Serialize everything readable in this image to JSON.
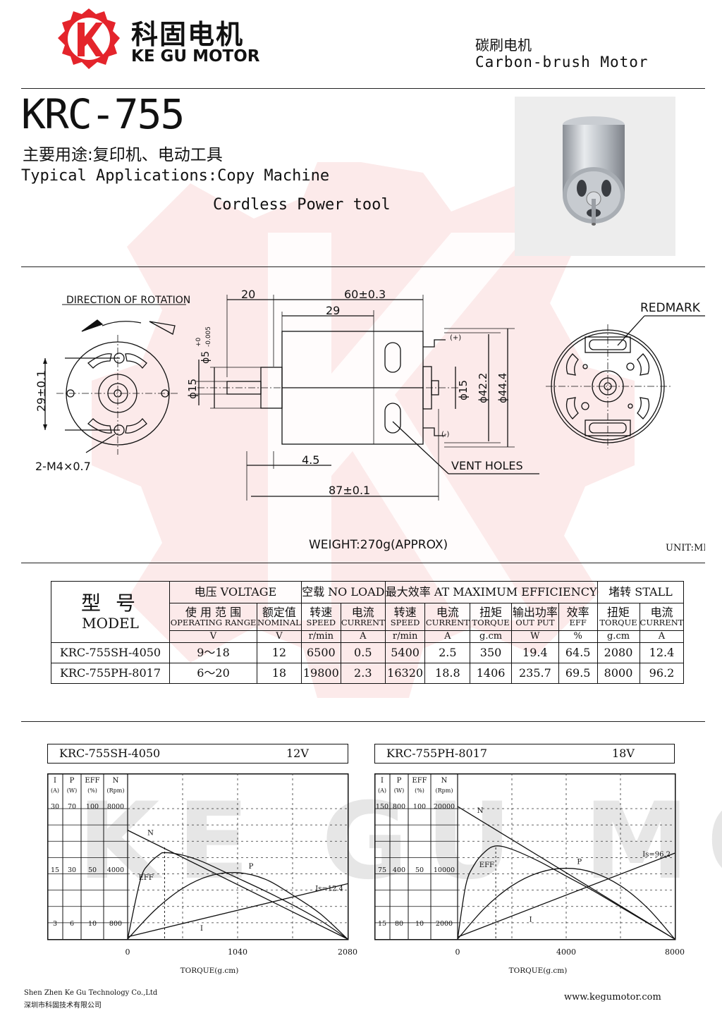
{
  "brand": {
    "name_cn": "科固电机",
    "name_en": "KE GU MOTOR",
    "colors": {
      "logo_red": "#e4242b",
      "watermark": "#f4c6c6",
      "ink": "#111111"
    }
  },
  "category": {
    "cn": "碳刷电机",
    "en": "Carbon-brush Motor"
  },
  "product": {
    "model": "KRC-755",
    "applications_cn": "主要用途:复印机、电动工具",
    "applications_en_1": "Typical Applications:Copy Machine",
    "applications_en_2": "Cordless Power tool"
  },
  "drawing": {
    "direction": "DIRECTION OF ROTATION",
    "mount_holes": "2-M4×0.7",
    "dim_29_left": "29±0.1",
    "dim_20": "20",
    "dim_60": "60±0.3",
    "dim_29_top": "29",
    "dim_shaft": "ϕ5",
    "dim_shaft_tol_top": "+0",
    "dim_shaft_tol_bot": "-0.005",
    "dim_boss": "ϕ15",
    "dim_boss_right": "ϕ15",
    "dim_d42": "ϕ42.2",
    "dim_d44": "ϕ44.4",
    "dim_45": "4.5",
    "dim_87": "87±0.1",
    "terminal_plus": "(+)",
    "terminal_minus": "(-)",
    "vent_holes": "VENT HOLES",
    "redmark": "REDMARK",
    "weight": "WEIGHT:270g(APPROX)",
    "unit": "UNIT:MM"
  },
  "spec_table": {
    "model_cn": "型 号",
    "model_en": "MODEL",
    "voltage_group": "电压 VOLTAGE",
    "noload_group": "空载 NO LOAD",
    "maxeff_group": "最大效率 AT MAXIMUM EFFICIENCY",
    "stall_group": "堵转 STALL",
    "cols_cn": [
      "使 用 范 围",
      "额定值",
      "转速",
      "电流",
      "转速",
      "电流",
      "扭矩",
      "输出功率",
      "效率",
      "扭矩",
      "电流"
    ],
    "cols_en": [
      "OPERATING RANGE",
      "NOMINAL",
      "SPEED",
      "CURRENT",
      "SPEED",
      "CURRENT",
      "TORQUE",
      "OUT PUT",
      "EFF",
      "TORQUE",
      "CURRENT"
    ],
    "units": [
      "V",
      "V",
      "r/min",
      "A",
      "r/min",
      "A",
      "g.cm",
      "W",
      "%",
      "g.cm",
      "A"
    ],
    "rows": [
      [
        "KRC-755SH-4050",
        "9～18",
        "12",
        "6500",
        "0.5",
        "5400",
        "2.5",
        "350",
        "19.4",
        "64.5",
        "2080",
        "12.4"
      ],
      [
        "KRC-755PH-8017",
        "6～20",
        "18",
        "19800",
        "2.3",
        "16320",
        "18.8",
        "1406",
        "235.7",
        "69.5",
        "8000",
        "96.2"
      ]
    ]
  },
  "chart_data": [
    {
      "type": "line",
      "title": "KRC-755SH-4050",
      "voltage": "12V",
      "xlabel": "TORQUE(g.cm)",
      "x_ticks": [
        "0",
        "1040",
        "2080"
      ],
      "xlim": [
        0,
        2080
      ],
      "axis_headers": [
        [
          "I",
          "(A)"
        ],
        [
          "P",
          "(W)"
        ],
        [
          "EFF",
          "(%)"
        ],
        [
          "N",
          "(Rpm)"
        ]
      ],
      "axis_top": [
        "30",
        "70",
        "100",
        "8000"
      ],
      "axis_mid": [
        "15",
        "30",
        "50",
        "4000"
      ],
      "axis_low": [
        "3",
        "6",
        "10",
        "800"
      ],
      "stall_label": "Is=12.4",
      "curve_labels": {
        "N": "N",
        "EFF": "EFF",
        "P": "P",
        "I": "I"
      },
      "max_eff_torque": 350,
      "series": [
        {
          "name": "N",
          "x": [
            0,
            2080
          ],
          "y": [
            6500,
            0
          ],
          "scale": 8000
        },
        {
          "name": "I",
          "x": [
            0,
            2080
          ],
          "y": [
            0.5,
            12.4
          ],
          "scale": 30
        },
        {
          "name": "P",
          "x": [
            0,
            260,
            520,
            780,
            1040,
            1300,
            1560,
            1820,
            2080
          ],
          "y": [
            0,
            15.2,
            26.5,
            33.1,
            34.7,
            31.3,
            23.0,
            13.3,
            0
          ],
          "scale": 70
        },
        {
          "name": "EFF",
          "x": [
            0,
            120,
            200,
            300,
            350,
            500,
            700,
            1000,
            1400,
            1800,
            2080
          ],
          "y": [
            0,
            44,
            56,
            63,
            64.5,
            63,
            58,
            47,
            32,
            15,
            0
          ],
          "scale": 100
        }
      ]
    },
    {
      "type": "line",
      "title": "KRC-755PH-8017",
      "voltage": "18V",
      "xlabel": "TORQUE(g.cm)",
      "x_ticks": [
        "0",
        "4000",
        "8000"
      ],
      "xlim": [
        0,
        8000
      ],
      "axis_headers": [
        [
          "I",
          "(A)"
        ],
        [
          "P",
          "(W)"
        ],
        [
          "EFF",
          "(%)"
        ],
        [
          "N",
          "(Rpm)"
        ]
      ],
      "axis_top": [
        "150",
        "800",
        "100",
        "20000"
      ],
      "axis_mid": [
        "75",
        "400",
        "50",
        "10000"
      ],
      "axis_low": [
        "15",
        "80",
        "10",
        "2000"
      ],
      "stall_label": "Is=96.2",
      "curve_labels": {
        "N": "N",
        "EFF": "EFF",
        "P": "P",
        "I": "I"
      },
      "max_eff_torque": 1406,
      "series": [
        {
          "name": "N",
          "x": [
            0,
            8000
          ],
          "y": [
            19800,
            0
          ],
          "scale": 20000
        },
        {
          "name": "I",
          "x": [
            0,
            8000
          ],
          "y": [
            2.3,
            96.2
          ],
          "scale": 150
        },
        {
          "name": "P",
          "x": [
            0,
            1000,
            2000,
            3000,
            4000,
            5000,
            6000,
            7000,
            8000
          ],
          "y": [
            0,
            185,
            318,
            397,
            423,
            397,
            318,
            185,
            0
          ],
          "scale": 800
        },
        {
          "name": "EFF",
          "x": [
            0,
            300,
            600,
            1000,
            1406,
            2000,
            3000,
            4000,
            5000,
            6000,
            7000,
            8000
          ],
          "y": [
            0,
            40,
            55,
            65,
            69.5,
            67,
            58,
            47,
            36,
            24,
            12,
            0
          ],
          "scale": 100
        }
      ]
    }
  ],
  "footer": {
    "company_en": "Shen Zhen Ke Gu Technology Co.,Ltd",
    "company_cn": "深圳市科固技术有限公司",
    "website": "www.kegumotor.com"
  }
}
